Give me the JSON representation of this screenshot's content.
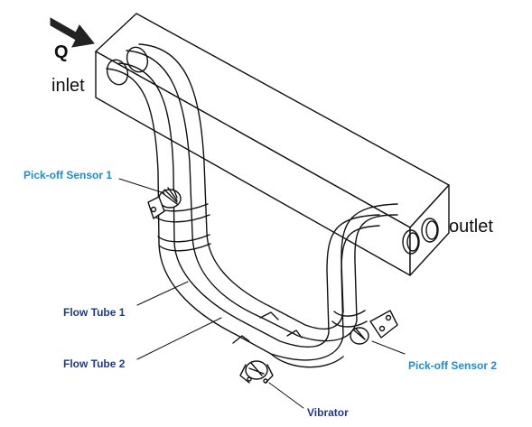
{
  "diagram": {
    "flow_symbol": "Q",
    "inlet": "inlet",
    "outlet": "outlet",
    "labels": {
      "pickoff1": "Pick-off Sensor 1",
      "flowtube1": "Flow Tube 1",
      "flowtube2": "Flow Tube 2",
      "vibrator": "Vibrator",
      "pickoff2": "Pick-off Sensor 2"
    },
    "colors": {
      "sensor_label": "#1b8ed6",
      "tube_label": "#1f3a8a",
      "line": "#111111"
    },
    "icons": [
      "flow-arrow-icon"
    ]
  }
}
